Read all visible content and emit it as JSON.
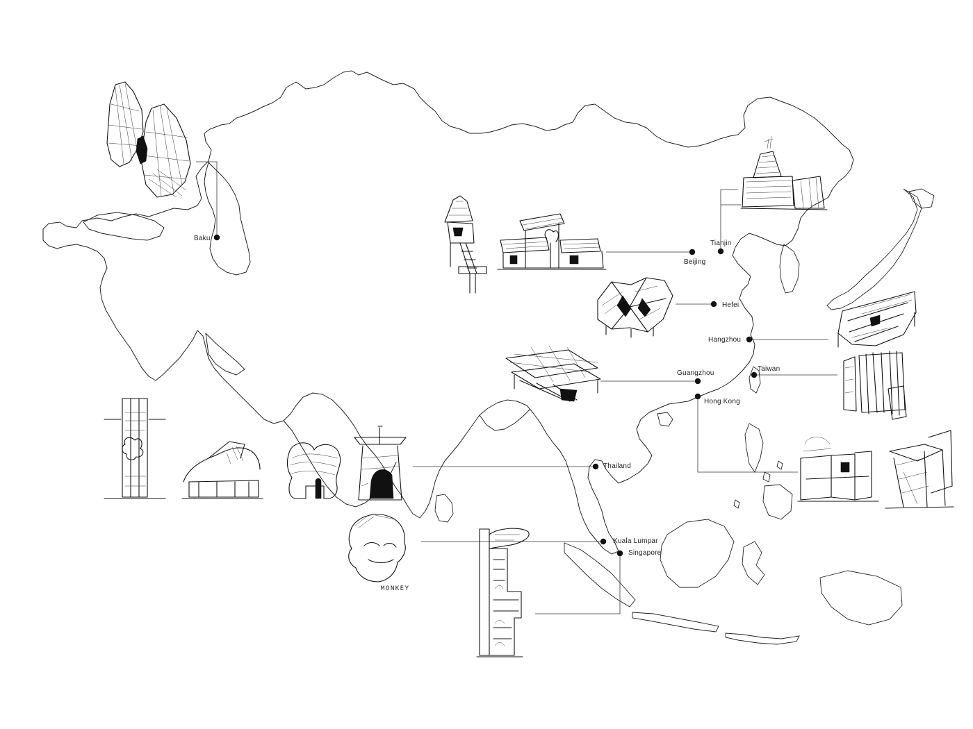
{
  "cities": [
    {
      "key": "baku",
      "name": "Baku"
    },
    {
      "key": "tianjin",
      "name": "Tianjin"
    },
    {
      "key": "beijing",
      "name": "Beijing"
    },
    {
      "key": "hefei",
      "name": "Hefei"
    },
    {
      "key": "hangzhou",
      "name": "Hangzhou"
    },
    {
      "key": "guangzhou",
      "name": "Guangzhou"
    },
    {
      "key": "taiwan",
      "name": "Taiwan"
    },
    {
      "key": "hong_kong",
      "name": "Hong Kong"
    },
    {
      "key": "thailand",
      "name": "Thailand"
    },
    {
      "key": "kuala_lumpur",
      "name": "Kuala Lumpar"
    },
    {
      "key": "singapore",
      "name": "Singapore"
    }
  ],
  "sketch_caption": "MONKEY",
  "colors": {
    "line": "#222222",
    "background": "#ffffff"
  }
}
